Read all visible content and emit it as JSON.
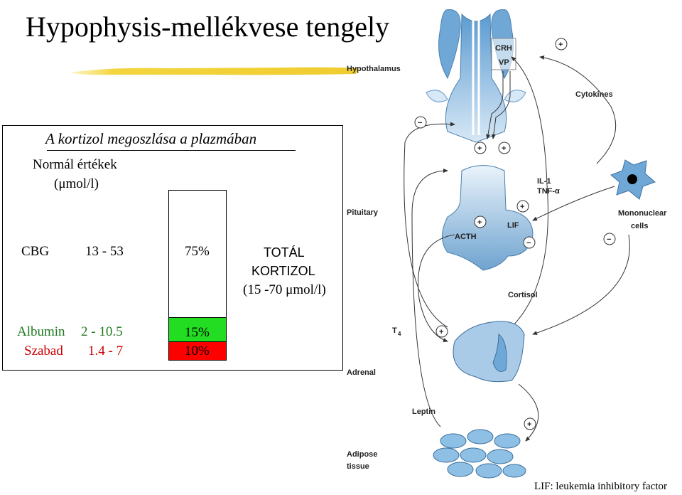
{
  "title": "Hypophysis-mellékvese tengely",
  "table": {
    "subtitle": "A kortizol megoszlása a plazmában",
    "normal_header_line1": "Normál értékek",
    "normal_header_line2": "(μmol/l)",
    "rows": [
      {
        "name": "CBG",
        "range": "13 - 53",
        "percent": "75%",
        "color": "#ffffff",
        "name_color": "#000000"
      },
      {
        "name": "Albumin",
        "range": "2 - 10.5",
        "percent": "15%",
        "color": "#22dd22",
        "name_color": "#1f7a1f"
      },
      {
        "name": "Szabad",
        "range": "1.4 - 7",
        "percent": "10%",
        "color": "#ff0000",
        "name_color": "#cc0000"
      }
    ],
    "total_line1": "TOTÁL",
    "total_line2": "KORTIZOL",
    "total_line3": "(15 -70 μmol/l)"
  },
  "diagram": {
    "hypothalamus": "Hypothalamus",
    "crh": "CRH",
    "vp": "VP",
    "pituitary": "Pituitary",
    "acth": "ACTH",
    "lif": "LIF",
    "cortisol": "Cortisol",
    "adrenal": "Adrenal",
    "t4": "T",
    "t4_sub": "4",
    "leptin": "Leptin",
    "adipose1": "Adipose",
    "adipose2": "tissue",
    "cytokines": "Cytokines",
    "il1": "IL-1",
    "tnf": "TNF-α",
    "mononuclear1": "Mononuclear",
    "mononuclear2": "cells",
    "plus": "+",
    "minus": "−"
  },
  "footnote": "LIF: leukemia inhibitory factor",
  "colors": {
    "organ": "#6fa8d6",
    "organ_light": "#cfe3f3",
    "highlight": "#f2d64b"
  }
}
